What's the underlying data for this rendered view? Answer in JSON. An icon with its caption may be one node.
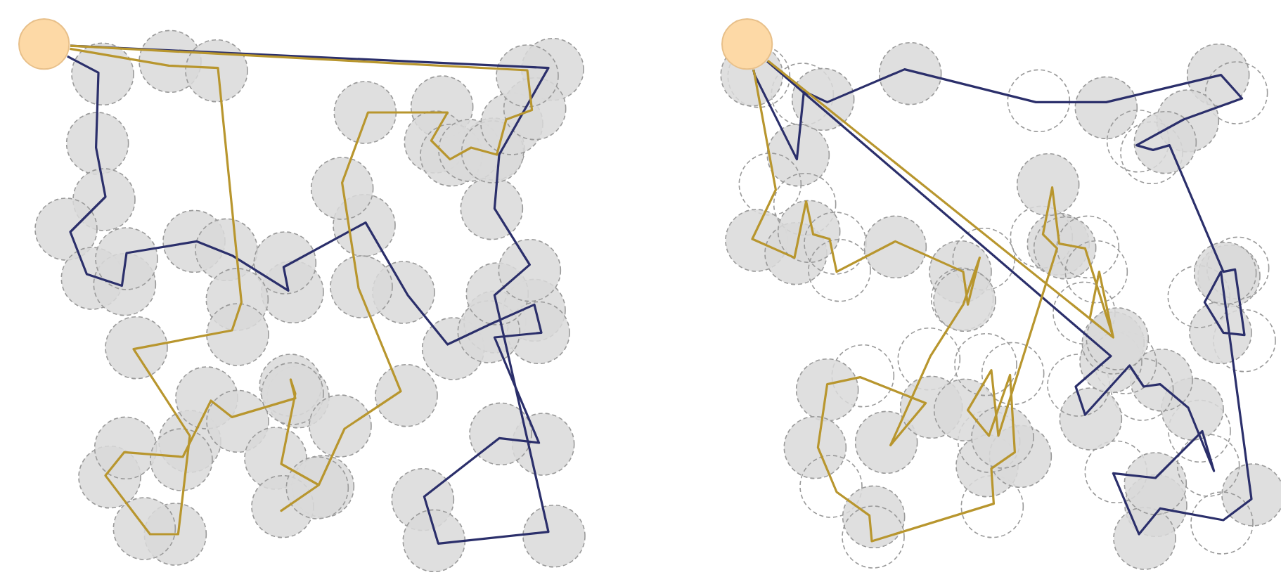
{
  "diagram": {
    "nodes": [
      {
        "text": [],
        "shape": "circle"
      },
      {
        "text": [],
        "shape": "circle"
      }
    ],
    "edges": [
      {
        "from": 0,
        "to": 0,
        "arrow": "none",
        "color": "#2b2f6b"
      },
      {
        "from": 0,
        "to": 0,
        "arrow": "none",
        "color": "#b8962e"
      },
      {
        "from": 1,
        "to": 1,
        "arrow": "none",
        "color": "#2b2f6b"
      },
      {
        "from": 1,
        "to": 1,
        "arrow": "none",
        "color": "#b8962e"
      }
    ]
  }
}
